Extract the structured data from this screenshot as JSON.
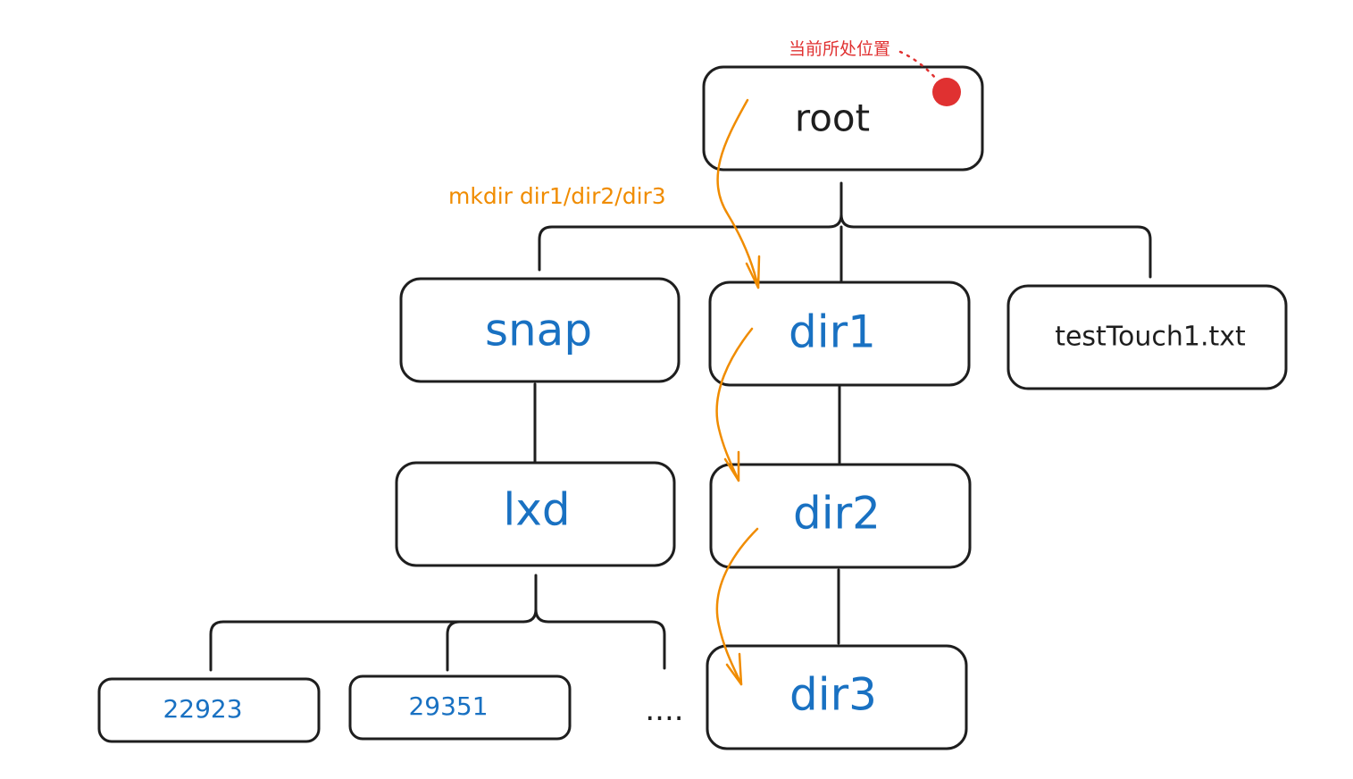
{
  "nodes": {
    "root": {
      "label": "root"
    },
    "snap": {
      "label": "snap"
    },
    "dir1": {
      "label": "dir1"
    },
    "test_touch": {
      "label": "testTouch1.txt"
    },
    "lxd": {
      "label": "lxd"
    },
    "dir2": {
      "label": "dir2"
    },
    "dir3": {
      "label": "dir3"
    },
    "n22923": {
      "label": "22923"
    },
    "n29351": {
      "label": "29351"
    }
  },
  "ellipsis": "....",
  "annotation": {
    "current_position": "当前所处位置",
    "command": "mkdir dir1/dir2/dir3"
  },
  "colors": {
    "stroke": "#1e1e1e",
    "blue_text": "#1971c2",
    "command_orange": "#f08c00",
    "marker_red": "#e03131"
  }
}
